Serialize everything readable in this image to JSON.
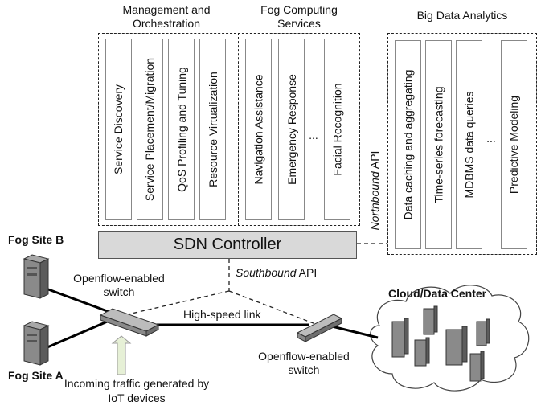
{
  "headings": {
    "management": "Management and Orchestration",
    "fog_services": "Fog Computing Services",
    "big_data": "Big Data Analytics"
  },
  "management_items": [
    "Service Discovery",
    "Service Placement/Migration",
    "QoS Profiling and Tuning",
    "Resource Virtualization"
  ],
  "fog_service_items": [
    "Navigation Assistance",
    "Emergency Response",
    "...",
    "Facial Recognition"
  ],
  "big_data_items": [
    "Data caching and aggregating",
    "Time-series forecasting",
    "MDBMS data queries",
    "...",
    "Predictive Modeling"
  ],
  "sdn_controller": "SDN Controller",
  "northbound": {
    "italic": "Northbound",
    "rest": " API"
  },
  "southbound": {
    "italic": "Southbound",
    "rest": " API"
  },
  "fog_site_a": "Fog Site A",
  "fog_site_b": "Fog Site B",
  "switch_left": "Openflow-enabled switch",
  "switch_right": "Openflow-enabled switch",
  "link_label": "High-speed link",
  "incoming_traffic": "Incoming traffic generated by IoT devices",
  "cloud_label": "Cloud/Data Center",
  "colors": {
    "sdn_fill": "#d9d9d9",
    "arrow_fill": "#e6f0d6",
    "server": "#7a7a7a"
  }
}
